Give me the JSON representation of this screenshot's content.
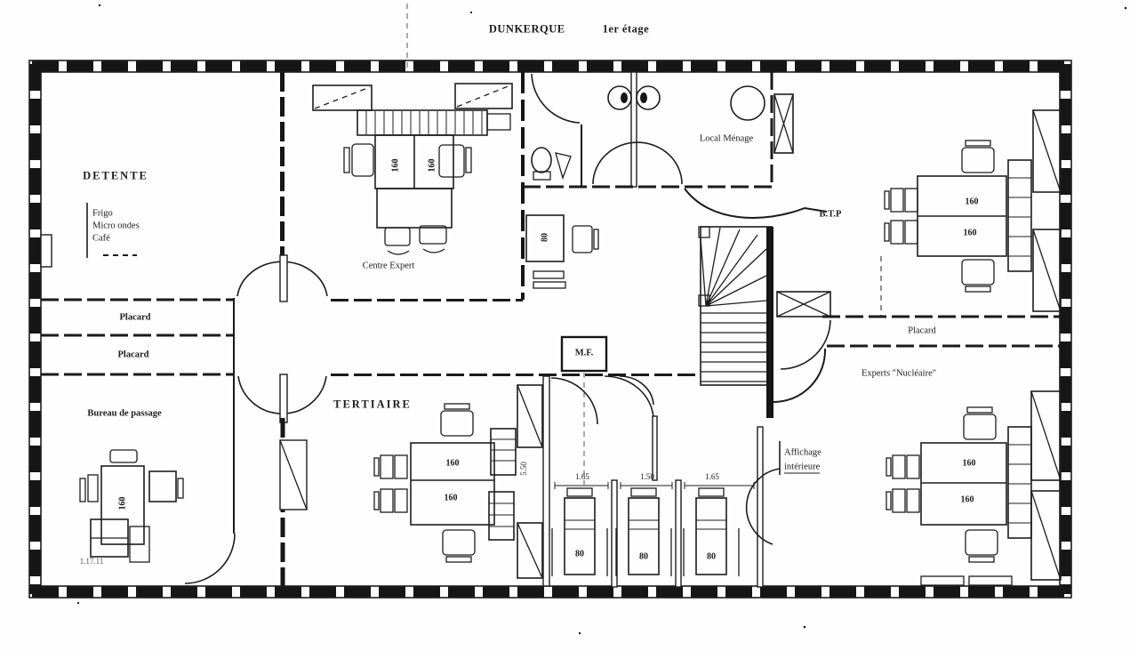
{
  "title": {
    "site": "DUNKERQUE",
    "floor": "1er étage"
  },
  "rooms": {
    "detente": "DETENTE",
    "centre_expert": "Centre Expert",
    "tertiaire": "TERTIAIRE",
    "bureau_de_passage": "Bureau de passage",
    "local_menage": "Local Ménage",
    "btp": "B.T.P",
    "experts_nucleaire": "Experts \"Nucléaire\"",
    "mf": "M.F."
  },
  "closets": {
    "left_top": "Placard",
    "left_bottom": "Placard",
    "right": "Placard"
  },
  "detente_amenities": [
    "Frigo",
    "Micro ondes",
    "Café"
  ],
  "affichage": {
    "line1": "Affichage",
    "line2": "intérieure"
  },
  "desks": {
    "large": "160",
    "small": "80"
  },
  "dimensions": {
    "booths": [
      "1.65",
      "1.50",
      "1.65"
    ],
    "shelf": "5.50",
    "bureau_note": "1.17.11"
  }
}
